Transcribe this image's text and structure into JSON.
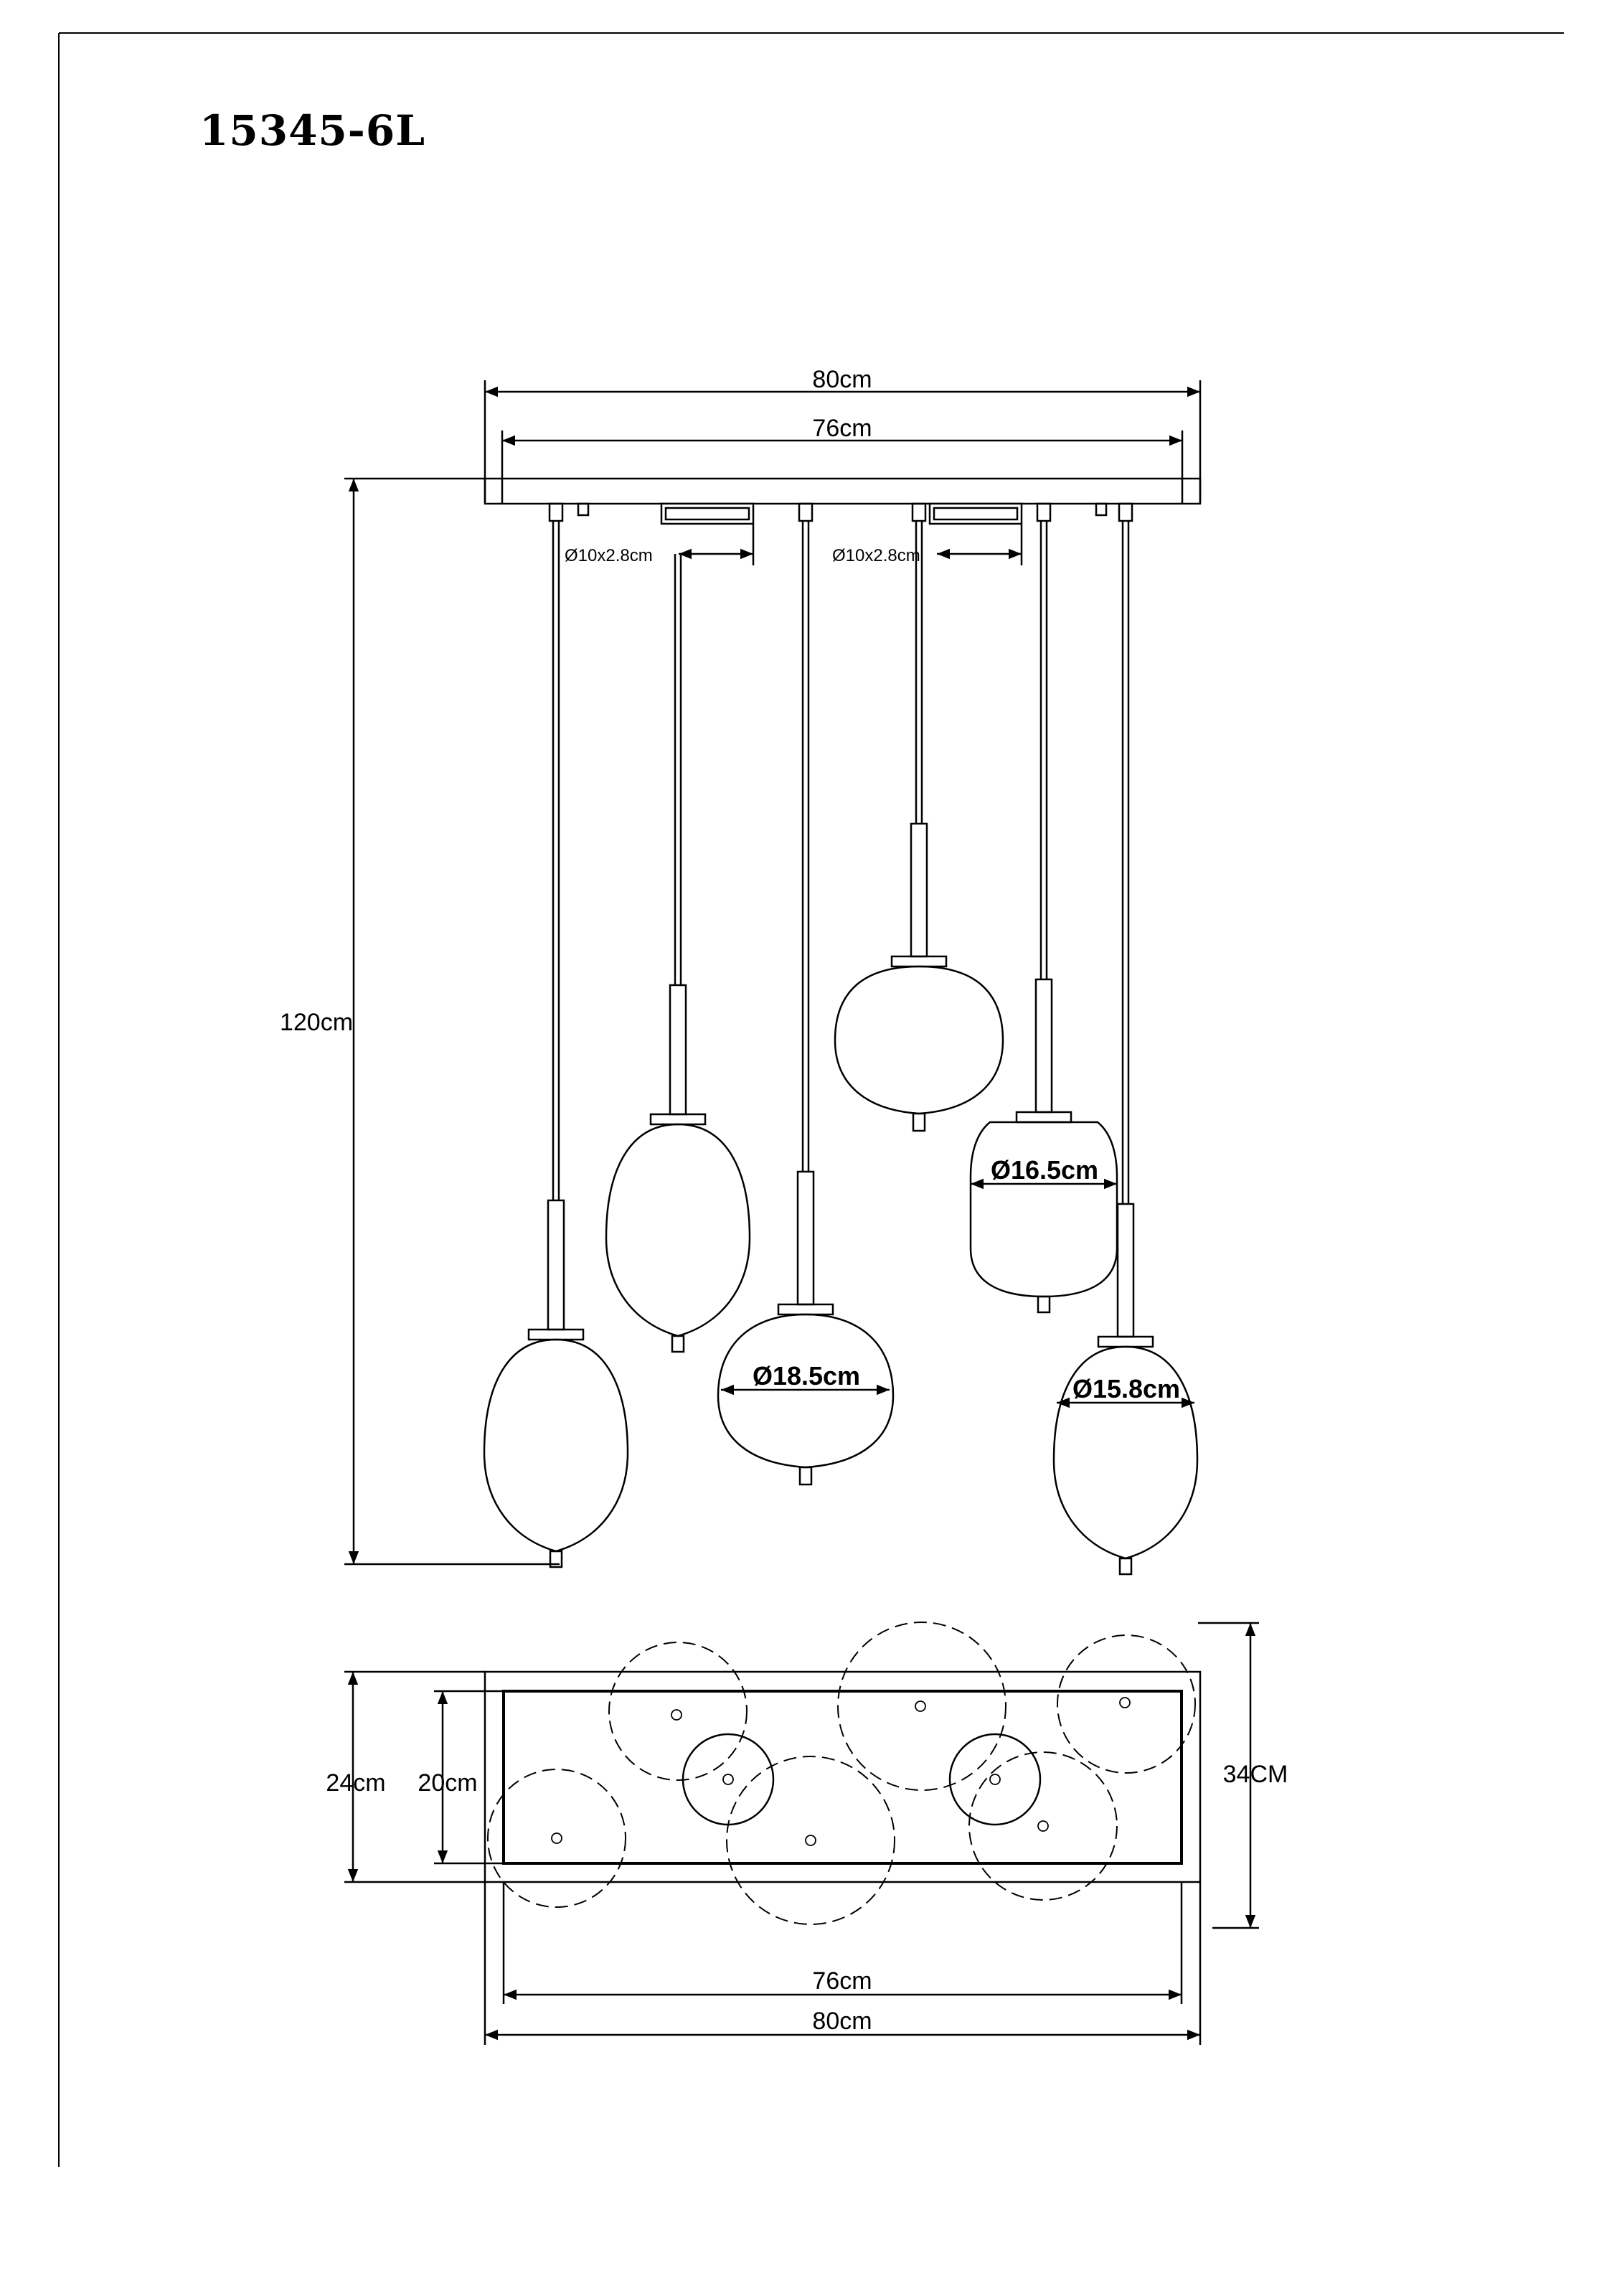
{
  "title": "15345-6L",
  "front_view": {
    "width_outer": "80cm",
    "width_inner": "76cm",
    "height": "120cm",
    "canopy_box_left": "Ø10x2.8cm",
    "canopy_box_right": "Ø10x2.8cm",
    "shade_d1": "Ø18.5cm",
    "shade_d2": "Ø16.5cm",
    "shade_d3": "Ø15.8cm"
  },
  "top_view": {
    "depth_outer": "24cm",
    "depth_inner": "20cm",
    "spread_depth": "34CM",
    "width_inner": "76cm",
    "width_outer": "80cm"
  },
  "colors": {
    "line": "#000000",
    "background": "#ffffff"
  }
}
